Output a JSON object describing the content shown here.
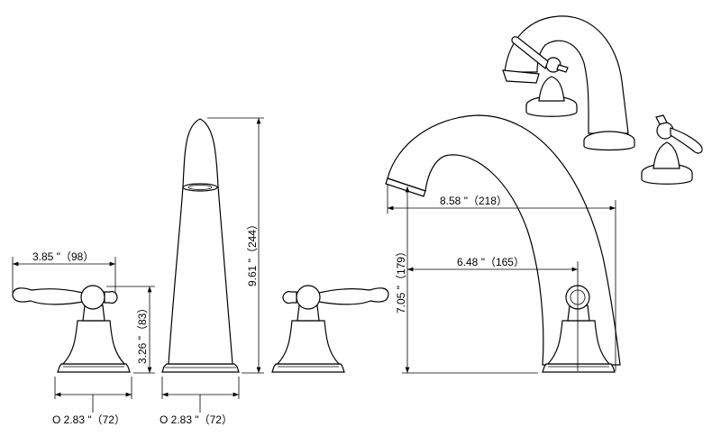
{
  "drawing": {
    "handle_width": "3.85 \"（98）",
    "handle_height": "3.26 \"（83）",
    "handle_base_diameter": "O 2.83 \"（72）",
    "spout_base_diameter": "O 2.83 \"（72）",
    "spout_height": "9.61 \"（244）",
    "spout_reach": "8.58 \"（218）",
    "spout_to_aerator": "6.48 \"（165）",
    "spout_side_height": "7.05 \"（179）"
  },
  "colors": {
    "line": "#000000",
    "background": "#ffffff"
  }
}
